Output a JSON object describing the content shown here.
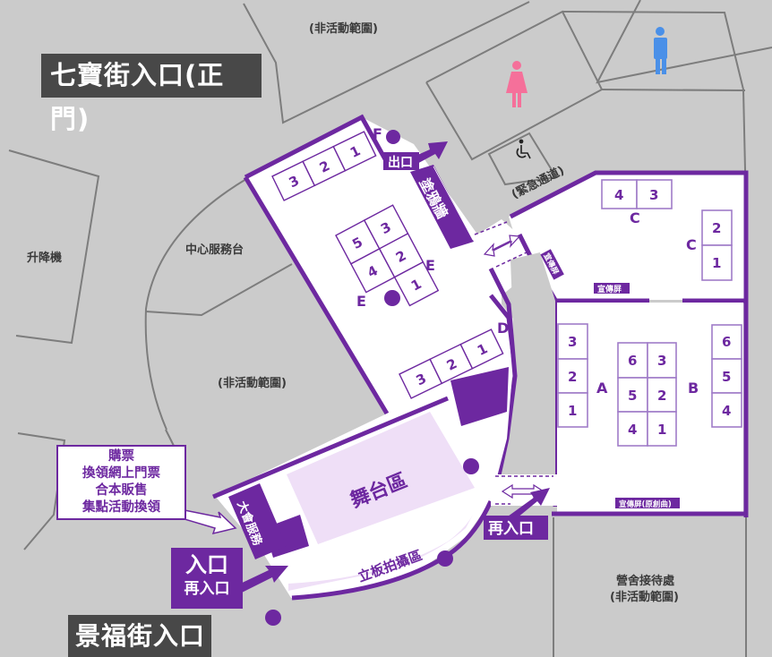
{
  "map": {
    "title": "Event venue floor map",
    "colors": {
      "background": "#cbcbcb",
      "accent_purple": "#6d28a0",
      "light_purple": "#efdff7",
      "gray_line": "#7d7d7d",
      "dark_tag": "#484848",
      "female_icon": "#f5709a",
      "male_icon": "#4a90e8"
    }
  },
  "entrances": {
    "main": "七寶街入口(正門)",
    "side": "景福街入口",
    "entry_label": "入口",
    "reentry_label": "再入口",
    "reentry_right": "再入口",
    "exit_label": "出口"
  },
  "areas": {
    "non_activity_top": "(非活動範圍)",
    "non_activity_mid": "(非活動範圍)",
    "elevator": "升降機",
    "central_service": "中心服務台",
    "emergency_path": "(緊急通道)",
    "dormitory_line1": "營舍接待處",
    "dormitory_line2": "(非活動範圍)",
    "stage": "舞台區",
    "standee_photo": "立板拍攝區",
    "graffiti_wall": "塗鴉牆",
    "convention_service": "大會服務",
    "promo_screen_1": "宣傳屏",
    "promo_screen_2": "宣傳屏",
    "promo_screen_original": "宣傳屏(原創曲)"
  },
  "icons": {
    "female_restroom": "female-restroom-icon",
    "male_restroom": "male-restroom-icon",
    "accessible": "wheelchair-icon"
  },
  "info_box": {
    "lines": [
      "購票",
      "換領網上門票",
      "合本販售",
      "集點活動換領"
    ]
  },
  "zones": {
    "F": {
      "label": "F",
      "booths": [
        "3",
        "2",
        "1"
      ]
    },
    "E": {
      "label": "E",
      "booths": [
        "5",
        "3",
        "4",
        "2",
        "1"
      ]
    },
    "D": {
      "label": "D",
      "booths": [
        "3",
        "2",
        "1"
      ]
    },
    "C": {
      "label": "C",
      "booths_top": [
        "4",
        "3"
      ],
      "booths_right": [
        "2",
        "1"
      ]
    },
    "A": {
      "label": "A",
      "booths_left": [
        "3",
        "2",
        "1"
      ],
      "booths_center_left": [
        "6",
        "5",
        "4"
      ]
    },
    "B": {
      "label": "B",
      "booths_right": [
        "6",
        "5",
        "4"
      ],
      "booths_center_right": [
        "3",
        "2",
        "1"
      ]
    }
  }
}
